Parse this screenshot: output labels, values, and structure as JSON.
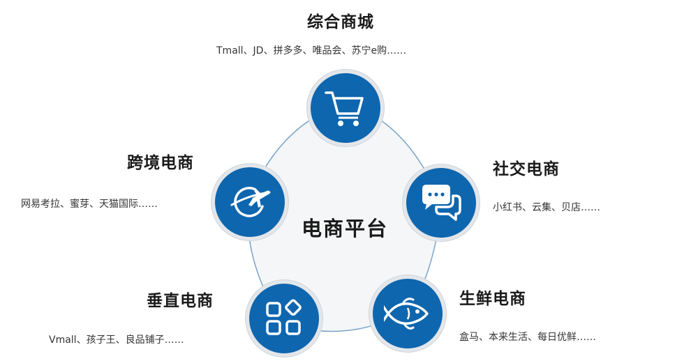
{
  "center": {
    "label": "电商平台"
  },
  "categories": [
    {
      "title": "综合商城",
      "desc": "Tmall、JD、拼多多、唯品会、苏宁e购……",
      "icon": "shopping-cart-icon"
    },
    {
      "title": "社交电商",
      "desc": "小红书、云集、贝店……",
      "icon": "chat-bubbles-icon"
    },
    {
      "title": "生鲜电商",
      "desc": "盒马、本来生活、每日优鲜……",
      "icon": "fish-icon"
    },
    {
      "title": "垂直电商",
      "desc": "Vmall、孩子王、良品铺子……",
      "icon": "app-grid-icon"
    },
    {
      "title": "跨境电商",
      "desc": "网易考拉、蜜芽、天猫国际……",
      "icon": "globe-plane-icon"
    }
  ],
  "colors": {
    "node_fill": "#0e66ae",
    "node_ring": "#e3e6ea",
    "pentagon_stroke": "#7aa3c8",
    "pentagon_fill": "#f4f6f8"
  }
}
